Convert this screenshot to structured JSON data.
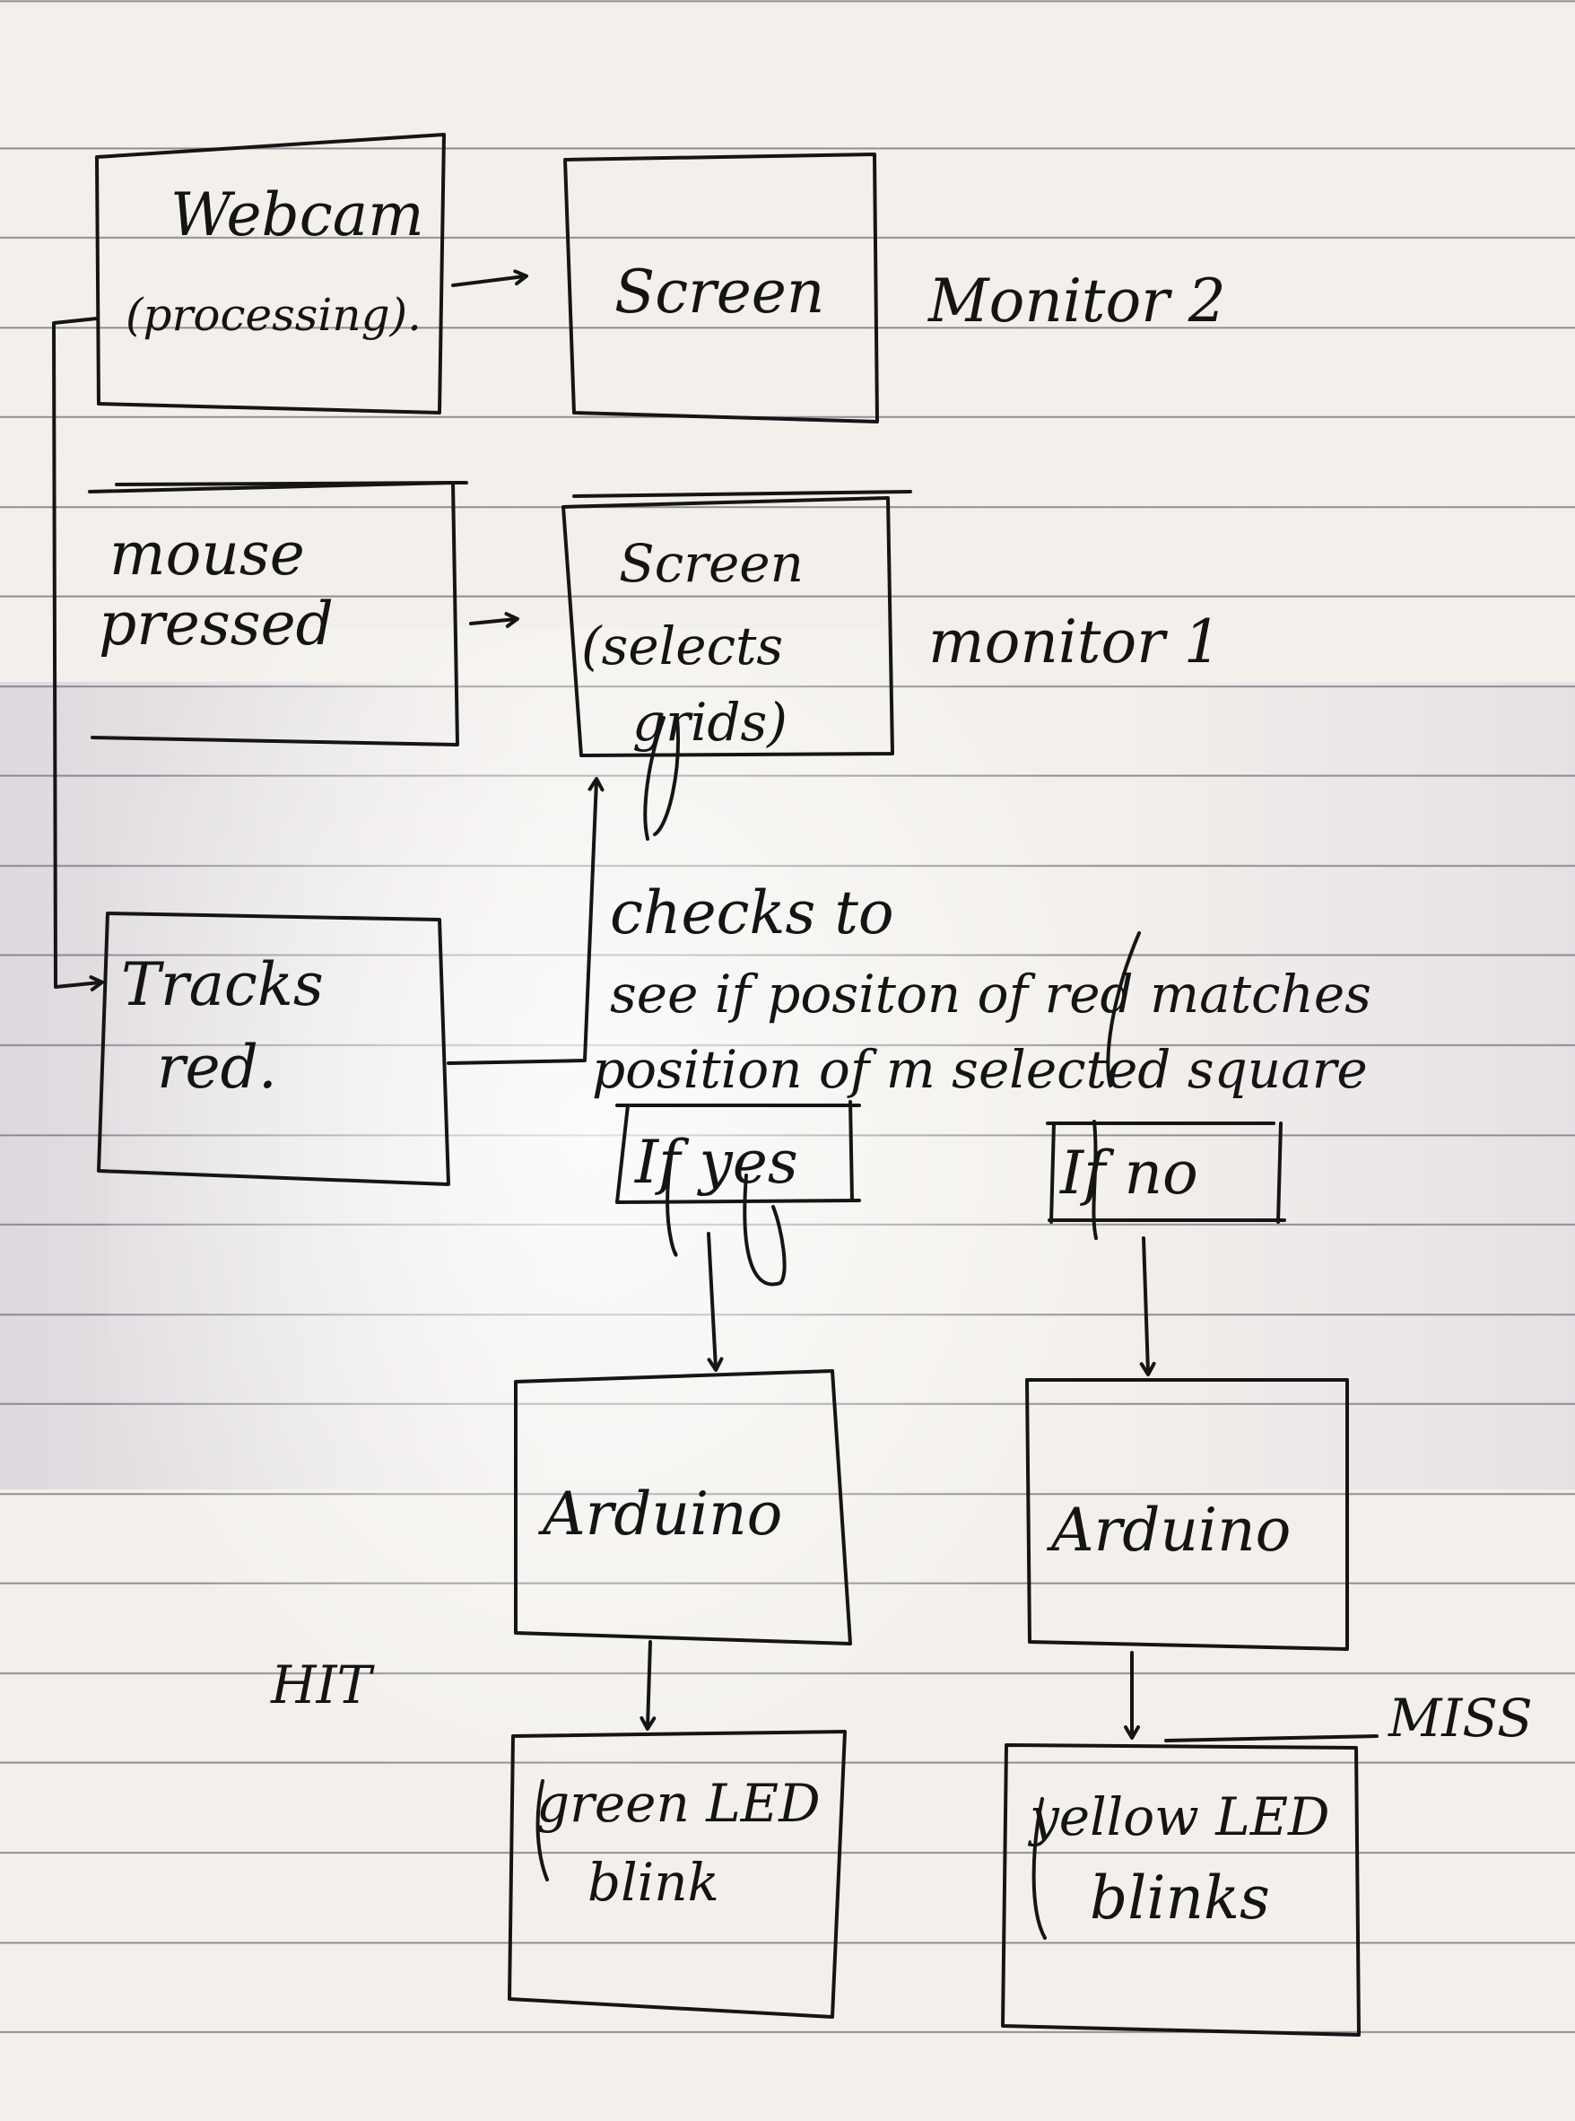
{
  "nodes": {
    "webcam": {
      "line1": "Webcam",
      "line2": "(processing)."
    },
    "screen_top": {
      "label": "Screen"
    },
    "monitor2": {
      "label": "Monitor 2"
    },
    "mouse": {
      "line1": "mouse",
      "line2": "pressed"
    },
    "screen_mid": {
      "line1": "Screen",
      "line2": "(selects",
      "line3": "grids)"
    },
    "monitor1": {
      "label": "monitor 1"
    },
    "tracks": {
      "line1": "Tracks",
      "line2": "red."
    },
    "check": {
      "line1": "checks to",
      "line2": "see if positon of red matches",
      "line3": "position of m selected square"
    },
    "if_yes": {
      "label": "If yes"
    },
    "if_no": {
      "label": "If no"
    },
    "arduino_left": {
      "label": "Arduino"
    },
    "arduino_right": {
      "label": "Arduino"
    },
    "hit": {
      "label": "HIT"
    },
    "miss": {
      "label": "MISS"
    },
    "green_led": {
      "line1": "green LED",
      "line2": "blink"
    },
    "yellow_led": {
      "line1": "yellow LED",
      "line2": "blinks"
    }
  },
  "colors": {
    "ink": "#151515",
    "paper": "#f3f0ec",
    "rule": "#3c3c46"
  }
}
